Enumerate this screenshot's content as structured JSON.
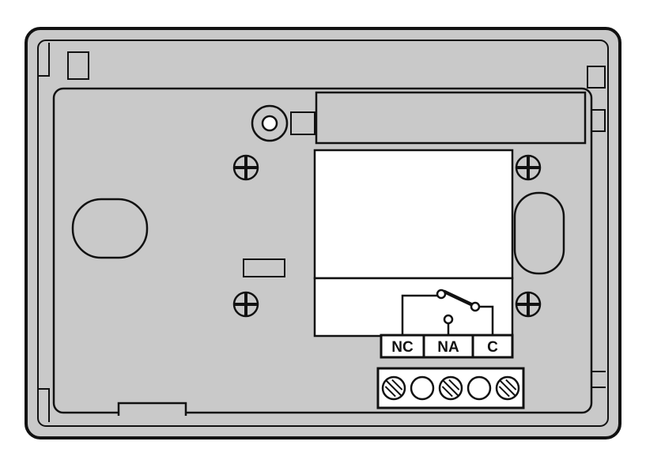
{
  "diagram": {
    "terminals": {
      "nc": "NC",
      "na": "NA",
      "c": "C"
    },
    "colors": {
      "background": "#ffffff",
      "surface": "#c9c9c9",
      "line": "#111111",
      "window": "#ffffff"
    }
  }
}
